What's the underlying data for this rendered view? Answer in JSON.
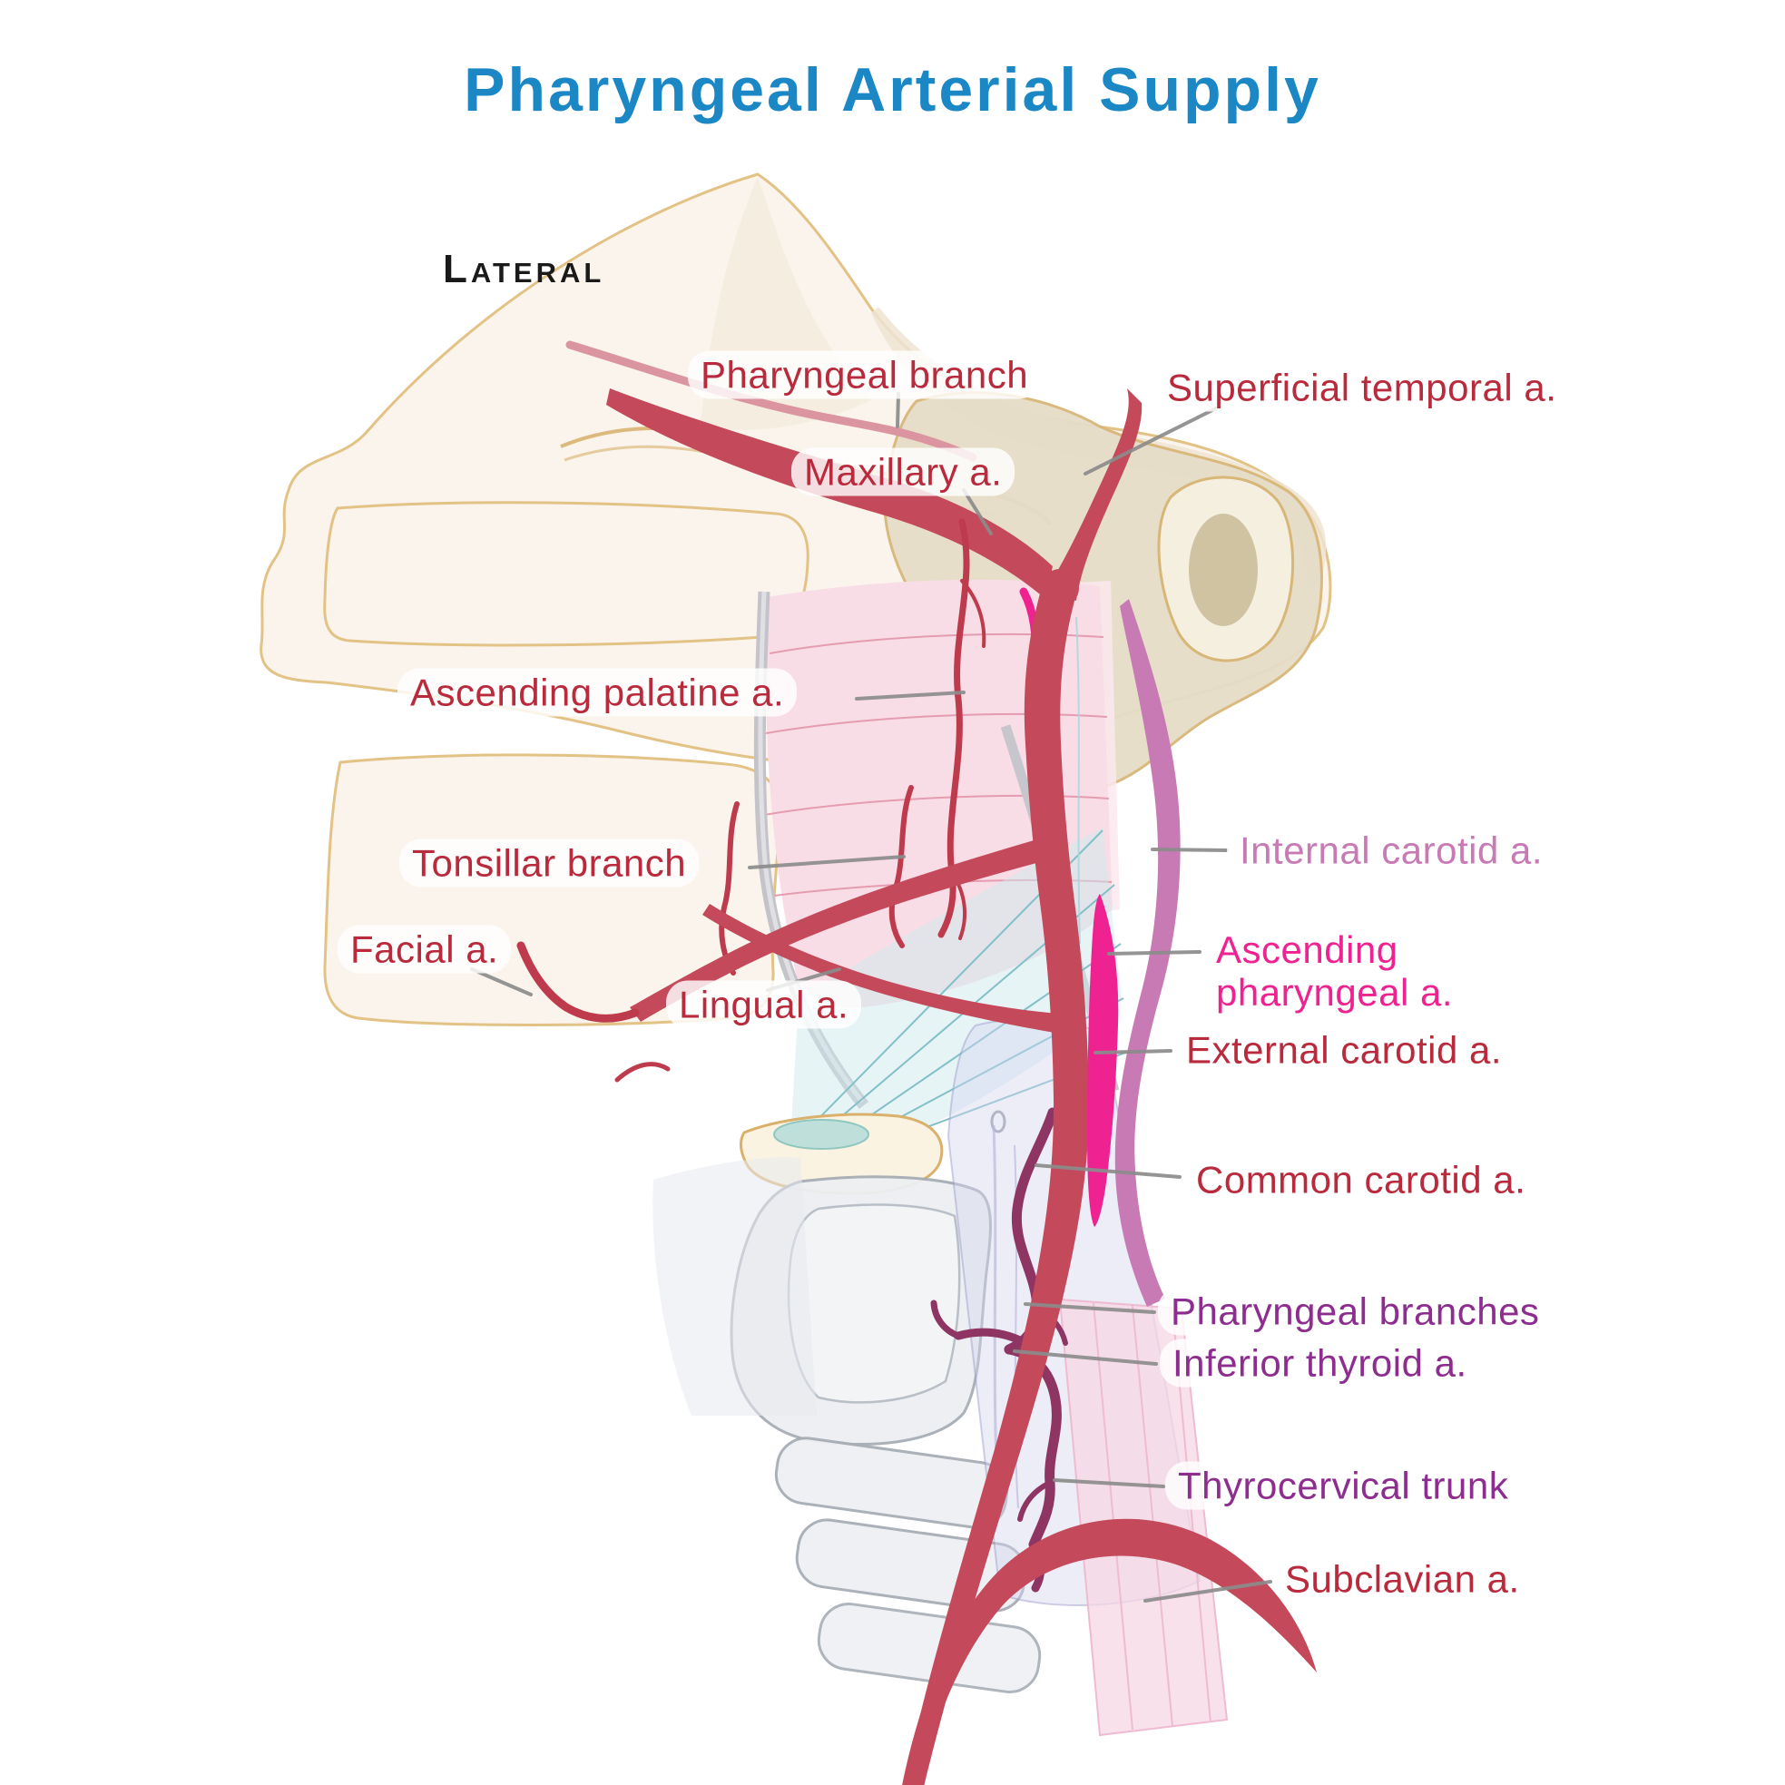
{
  "title": "Pharyngeal Arterial Supply",
  "view_label": "Lateral",
  "colors": {
    "title_blue": "#1b87c4",
    "label_red": "#b82a3c",
    "artery_red": "#c4495a",
    "artery_branch_light": "#db95a0",
    "ascending_pharyngeal_magenta": "#ee2290",
    "internal_carotid_orchid": "#c87ab4",
    "label_purple": "#8d2d8f",
    "vessel_purple": "#8e3563",
    "bone_cream": "#faf4ec",
    "bone_outline": "#e0bd80",
    "muscle_pink": "#f9dde6",
    "larynx_gray": "#edeff2",
    "leader_gray": "#8c8c8c"
  },
  "labels": [
    {
      "id": "pharyngeal-branch",
      "text": "Pharyngeal branch",
      "color": "red"
    },
    {
      "id": "superficial-temporal",
      "text": "Superficial temporal a.",
      "color": "red"
    },
    {
      "id": "maxillary",
      "text": "Maxillary a.",
      "color": "red"
    },
    {
      "id": "ascending-palatine",
      "text": "Ascending palatine a.",
      "color": "red"
    },
    {
      "id": "internal-carotid",
      "text": "Internal carotid a.",
      "color": "orchid"
    },
    {
      "id": "tonsillar-branch",
      "text": "Tonsillar branch",
      "color": "red"
    },
    {
      "id": "facial",
      "text": "Facial a.",
      "color": "red"
    },
    {
      "id": "lingual",
      "text": "Lingual a.",
      "color": "red"
    },
    {
      "id": "ascending-pharyngeal",
      "text": "Ascending\npharyngeal a.",
      "color": "magenta"
    },
    {
      "id": "external-carotid",
      "text": "External carotid a.",
      "color": "red"
    },
    {
      "id": "common-carotid",
      "text": "Common carotid a.",
      "color": "red"
    },
    {
      "id": "pharyngeal-branches",
      "text": "Pharyngeal branches",
      "color": "purple"
    },
    {
      "id": "inferior-thyroid",
      "text": "Inferior thyroid a.",
      "color": "purple"
    },
    {
      "id": "thyrocervical-trunk",
      "text": "Thyrocervical trunk",
      "color": "purple"
    },
    {
      "id": "subclavian",
      "text": "Subclavian a.",
      "color": "red"
    }
  ]
}
